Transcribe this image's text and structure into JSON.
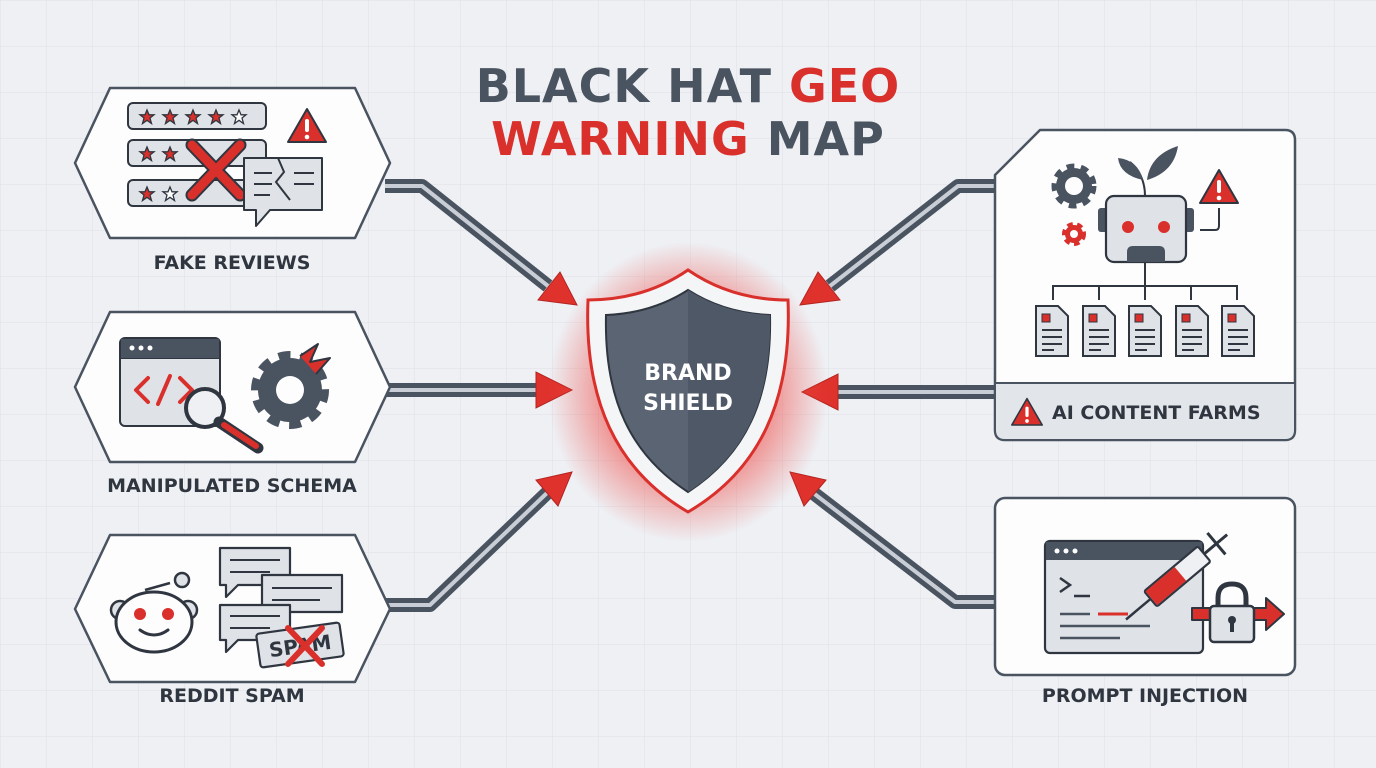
{
  "title": {
    "line1_part1": "BLACK HAT ",
    "line1_part2": "GEO",
    "line2_part1": "WARNING",
    "line2_part2": " MAP"
  },
  "center": {
    "line1": "BRAND",
    "line2": "SHIELD"
  },
  "threats": [
    {
      "label": "FAKE REVIEWS",
      "icon": "star-rating-cross-icon"
    },
    {
      "label": "MANIPULATED SCHEMA",
      "icon": "code-magnifier-gear-icon"
    },
    {
      "label": "REDDIT SPAM",
      "icon": "reddit-chat-spam-icon"
    },
    {
      "label": "AI CONTENT FARMS",
      "icon": "robot-documents-icon"
    },
    {
      "label": "PROMPT INJECTION",
      "icon": "terminal-syringe-lock-icon"
    }
  ],
  "spam_stamp": "SPAM",
  "colors": {
    "accent_red": "#d9302c",
    "dark_gray": "#4a5360",
    "background": "#eef0f4",
    "shield_fill": "#5b6472"
  }
}
